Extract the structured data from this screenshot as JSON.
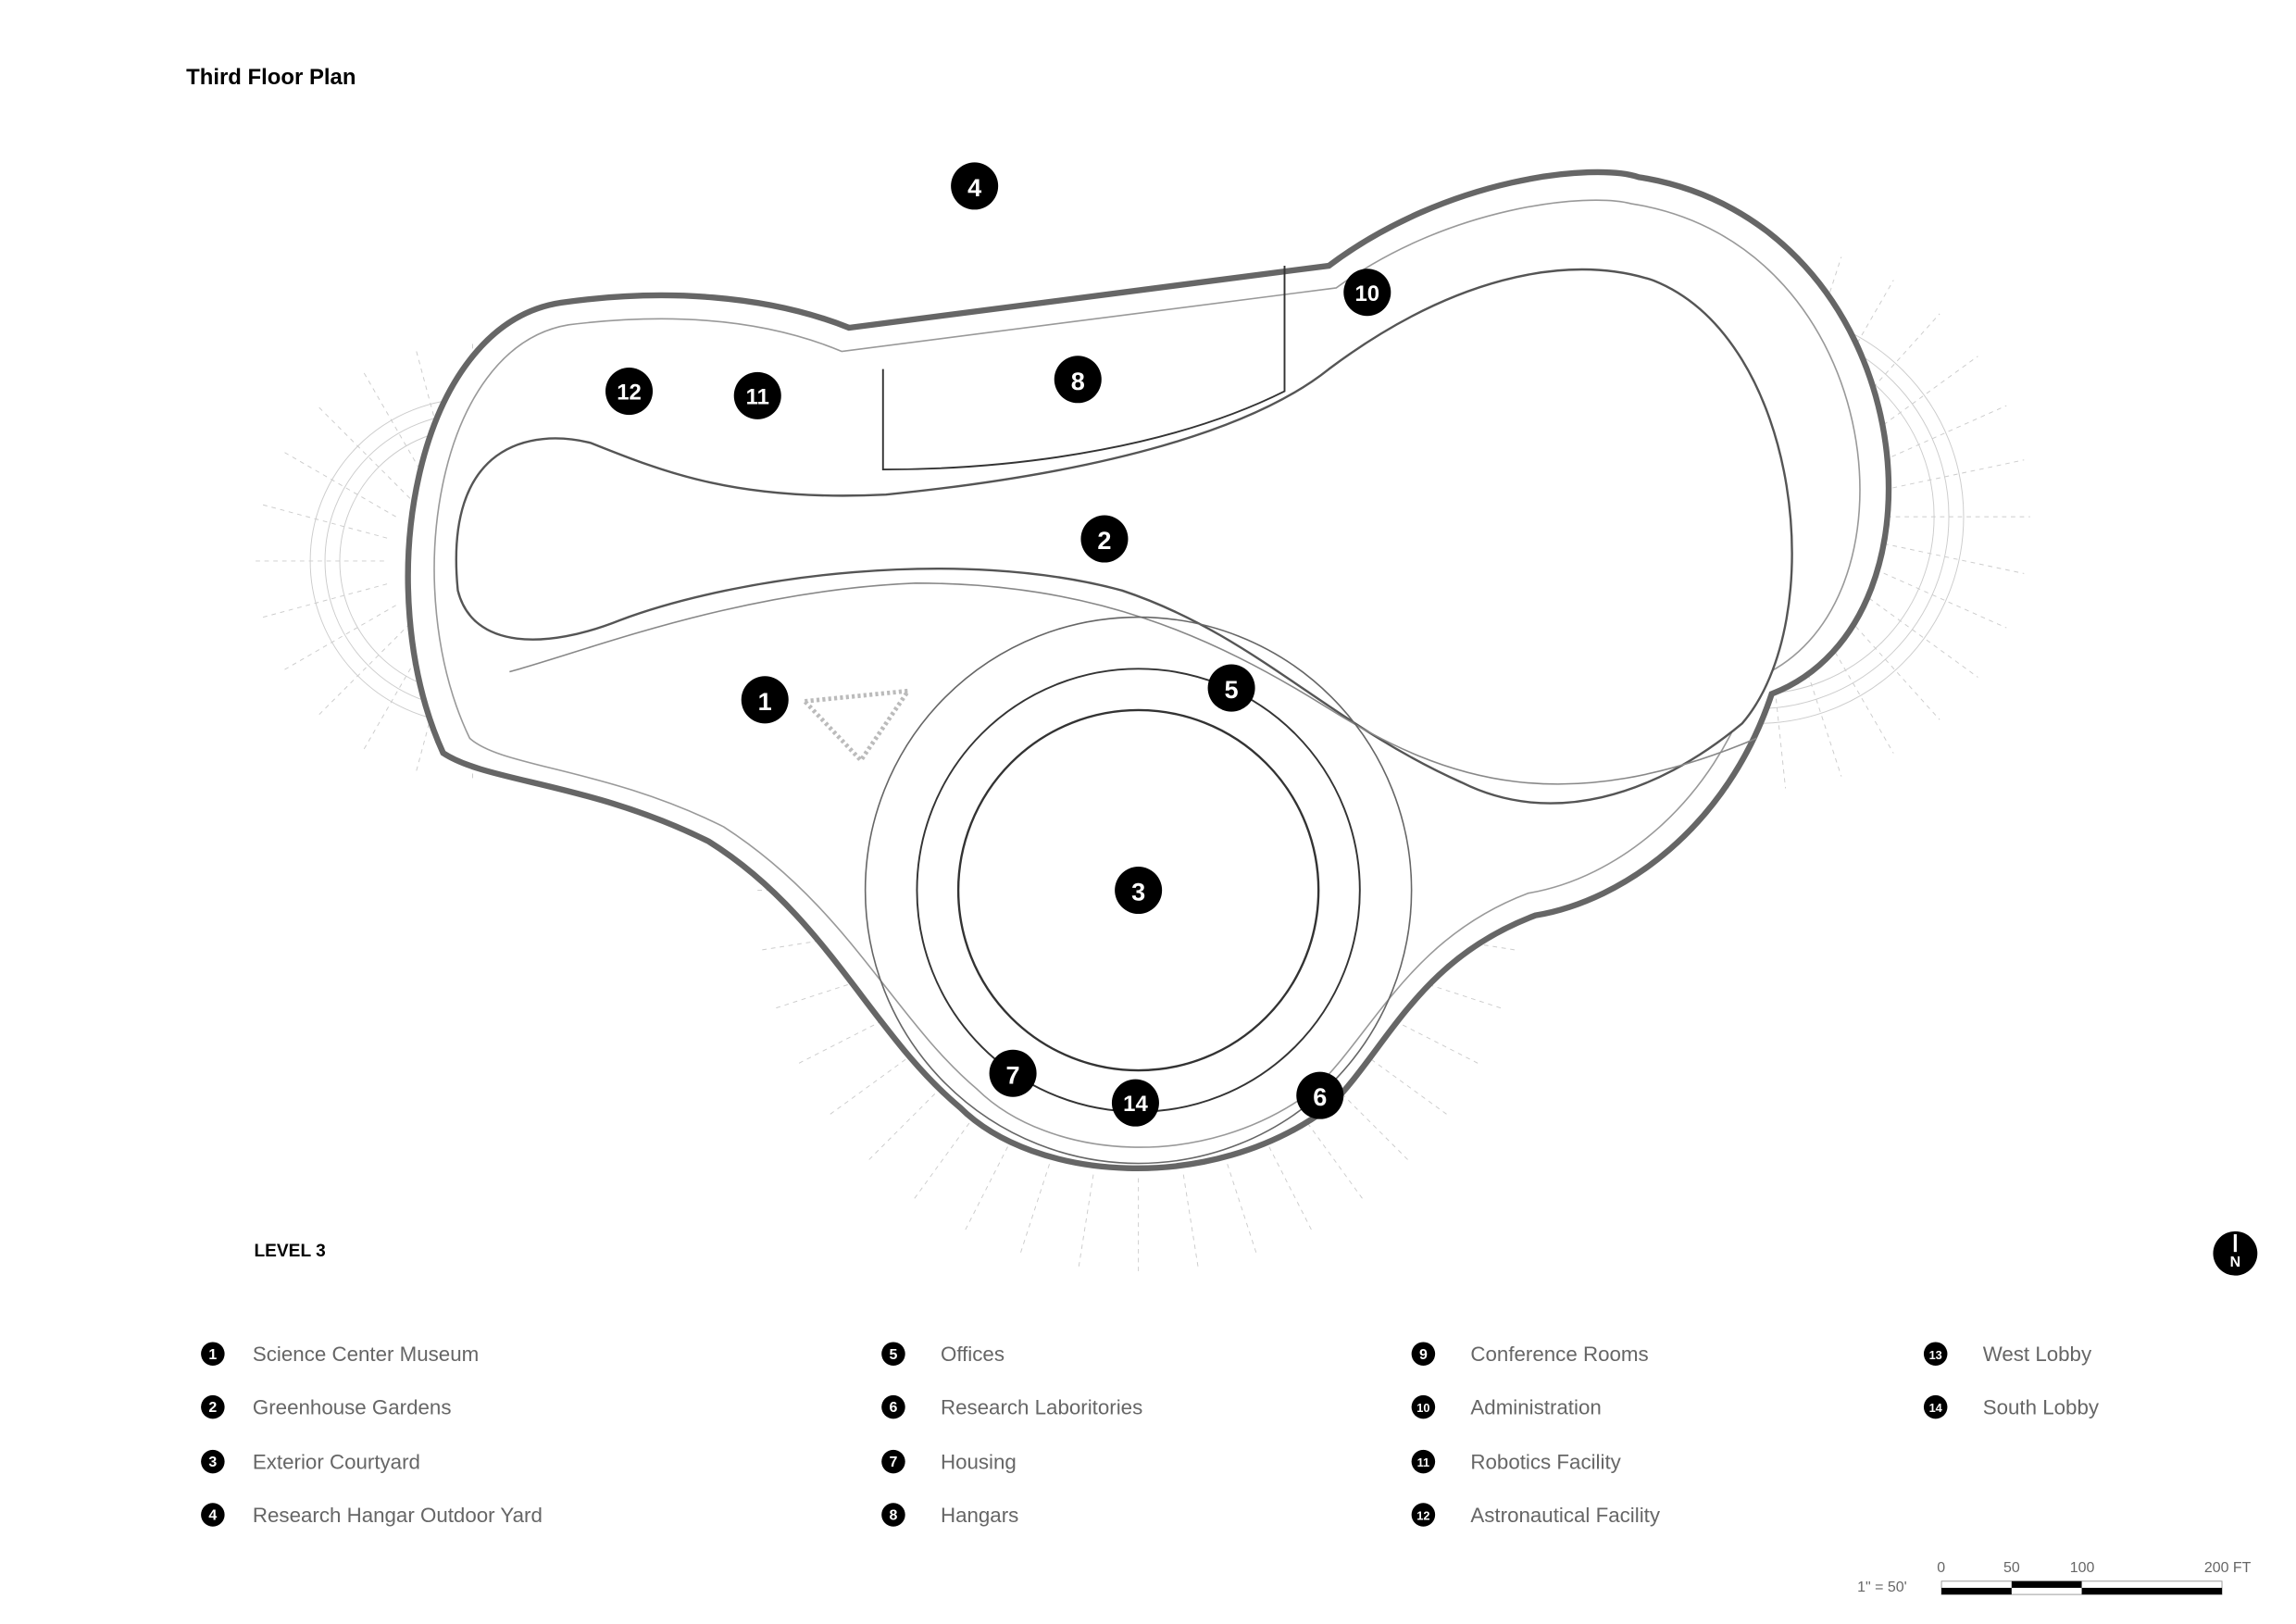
{
  "title": "Third Floor Plan",
  "level_label": "LEVEL 3",
  "north_label": "N",
  "plan_markers": [
    "1",
    "2",
    "3",
    "4",
    "5",
    "6",
    "7",
    "8",
    "10",
    "11",
    "12",
    "14"
  ],
  "legend": [
    {
      "num": "1",
      "label": "Science Center Museum"
    },
    {
      "num": "2",
      "label": "Greenhouse Gardens"
    },
    {
      "num": "3",
      "label": "Exterior Courtyard"
    },
    {
      "num": "4",
      "label": "Research Hangar Outdoor Yard"
    },
    {
      "num": "5",
      "label": "Offices"
    },
    {
      "num": "6",
      "label": "Research Laboritories"
    },
    {
      "num": "7",
      "label": "Housing"
    },
    {
      "num": "8",
      "label": "Hangars"
    },
    {
      "num": "9",
      "label": "Conference Rooms"
    },
    {
      "num": "10",
      "label": "Administration"
    },
    {
      "num": "11",
      "label": "Robotics Facility"
    },
    {
      "num": "12",
      "label": "Astronautical Facility"
    },
    {
      "num": "13",
      "label": "West Lobby"
    },
    {
      "num": "14",
      "label": "South Lobby"
    }
  ],
  "scale": {
    "ratio": "1\" = 50'",
    "ticks": [
      "0",
      "50",
      "100",
      "200 FT"
    ]
  }
}
